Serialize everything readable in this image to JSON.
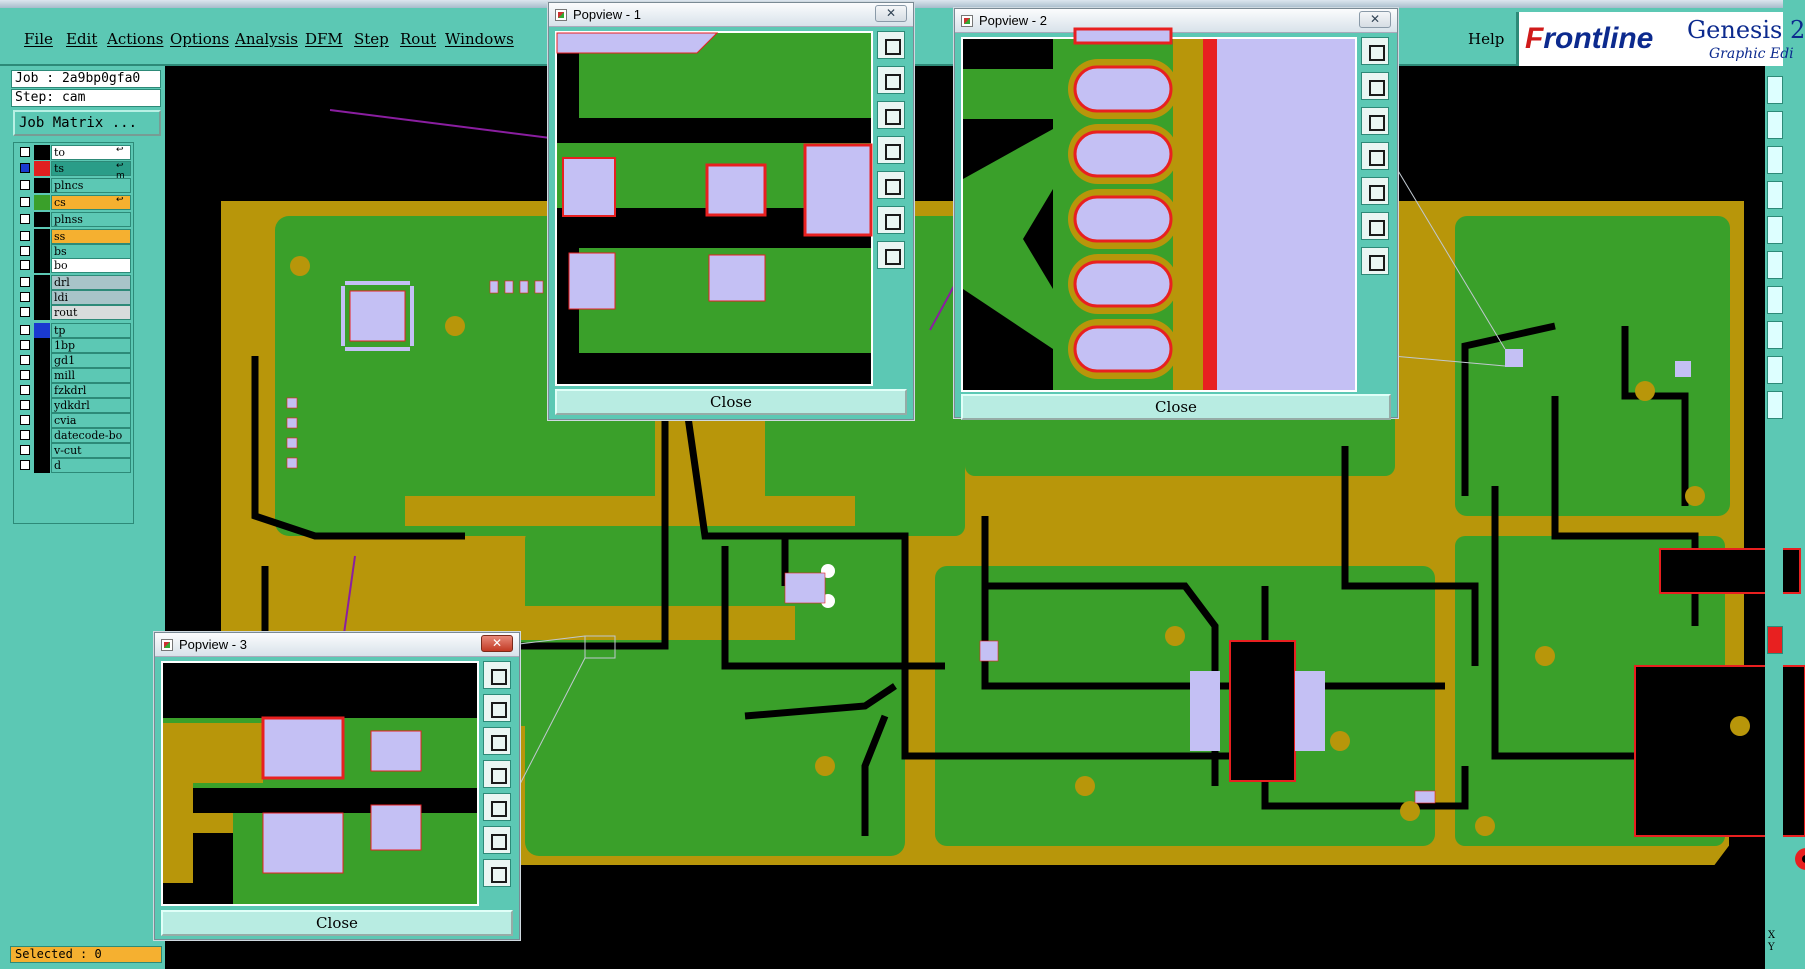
{
  "menu": {
    "items": [
      "File",
      "Edit",
      "Actions",
      "Options",
      "Analysis",
      "DFM",
      "Step",
      "Rout",
      "Windows"
    ],
    "help": "Help"
  },
  "brand": {
    "logo_accent": "F",
    "logo_rest": "rontline",
    "product": "Genesis 2",
    "subtitle": "Graphic Edi"
  },
  "job": {
    "job_line": "Job : 2a9bp0gfa0",
    "step_line": "Step: cam",
    "matrix_button": "Job Matrix ..."
  },
  "layers": [
    {
      "name": "to",
      "swatch": "#000000",
      "bg": "#ffffff",
      "checked": false,
      "tag": "↩"
    },
    {
      "name": "ts",
      "swatch": "#e02020",
      "bg": "#2a9d88",
      "checked": true,
      "tag": "↩ m"
    },
    {
      "name": "plncs",
      "swatch": "#000000",
      "bg": "#5cc8b4",
      "checked": false,
      "tag": ""
    },
    {
      "name": "cs",
      "swatch": "#3aa02a",
      "bg": "#f5b030",
      "checked": false,
      "tag": "↩"
    },
    {
      "name": "plnss",
      "swatch": "#000000",
      "bg": "#5cc8b4",
      "checked": false,
      "tag": ""
    },
    {
      "name": "ss",
      "swatch": "#000000",
      "bg": "#f5b030",
      "checked": false,
      "tag": ""
    },
    {
      "name": "bs",
      "swatch": "#000000",
      "bg": "#5cc8b4",
      "checked": false,
      "tag": ""
    },
    {
      "name": "bo",
      "swatch": "#000000",
      "bg": "#ffffff",
      "checked": false,
      "tag": ""
    },
    {
      "name": "drl",
      "swatch": "#000000",
      "bg": "#a8c4c8",
      "checked": false,
      "tag": ""
    },
    {
      "name": "ldi",
      "swatch": "#000000",
      "bg": "#a8c4c8",
      "checked": false,
      "tag": ""
    },
    {
      "name": "rout",
      "swatch": "#000000",
      "bg": "#d8dcdc",
      "checked": false,
      "tag": ""
    },
    {
      "name": "tp",
      "swatch": "#1a3ad0",
      "bg": "#5cc8b4",
      "checked": false,
      "tag": ""
    },
    {
      "name": "1bp",
      "swatch": "#000000",
      "bg": "#5cc8b4",
      "checked": false,
      "tag": ""
    },
    {
      "name": "gd1",
      "swatch": "#000000",
      "bg": "#5cc8b4",
      "checked": false,
      "tag": ""
    },
    {
      "name": "mill",
      "swatch": "#000000",
      "bg": "#5cc8b4",
      "checked": false,
      "tag": ""
    },
    {
      "name": "fzkdrl",
      "swatch": "#000000",
      "bg": "#5cc8b4",
      "checked": false,
      "tag": ""
    },
    {
      "name": "ydkdrl",
      "swatch": "#000000",
      "bg": "#5cc8b4",
      "checked": false,
      "tag": ""
    },
    {
      "name": "cvia",
      "swatch": "#000000",
      "bg": "#5cc8b4",
      "checked": false,
      "tag": ""
    },
    {
      "name": "datecode-bo",
      "swatch": "#000000",
      "bg": "#5cc8b4",
      "checked": false,
      "tag": ""
    },
    {
      "name": "v-cut",
      "swatch": "#000000",
      "bg": "#5cc8b4",
      "checked": false,
      "tag": ""
    },
    {
      "name": "d",
      "swatch": "#000000",
      "bg": "#5cc8b4",
      "checked": false,
      "tag": ""
    }
  ],
  "status": {
    "selected": "Selected : 0"
  },
  "popviews": [
    {
      "title": "Popview - 1",
      "close_label": "Close",
      "close_icon": "close-icon"
    },
    {
      "title": "Popview - 2",
      "close_label": "Close",
      "close_icon": "close-icon"
    },
    {
      "title": "Popview - 3",
      "close_label": "Close",
      "close_icon": "close-icon"
    }
  ],
  "right_toolbar": {
    "coord_label": "X Y"
  },
  "colors": {
    "ui_teal": "#5cc8b4",
    "copper_gold": "#b8960a",
    "mask_green": "#3aa02a",
    "pad_lavender": "#c4c0f4",
    "pad_outline_red": "#e82020",
    "annotation_purple": "#8a1ea0"
  }
}
